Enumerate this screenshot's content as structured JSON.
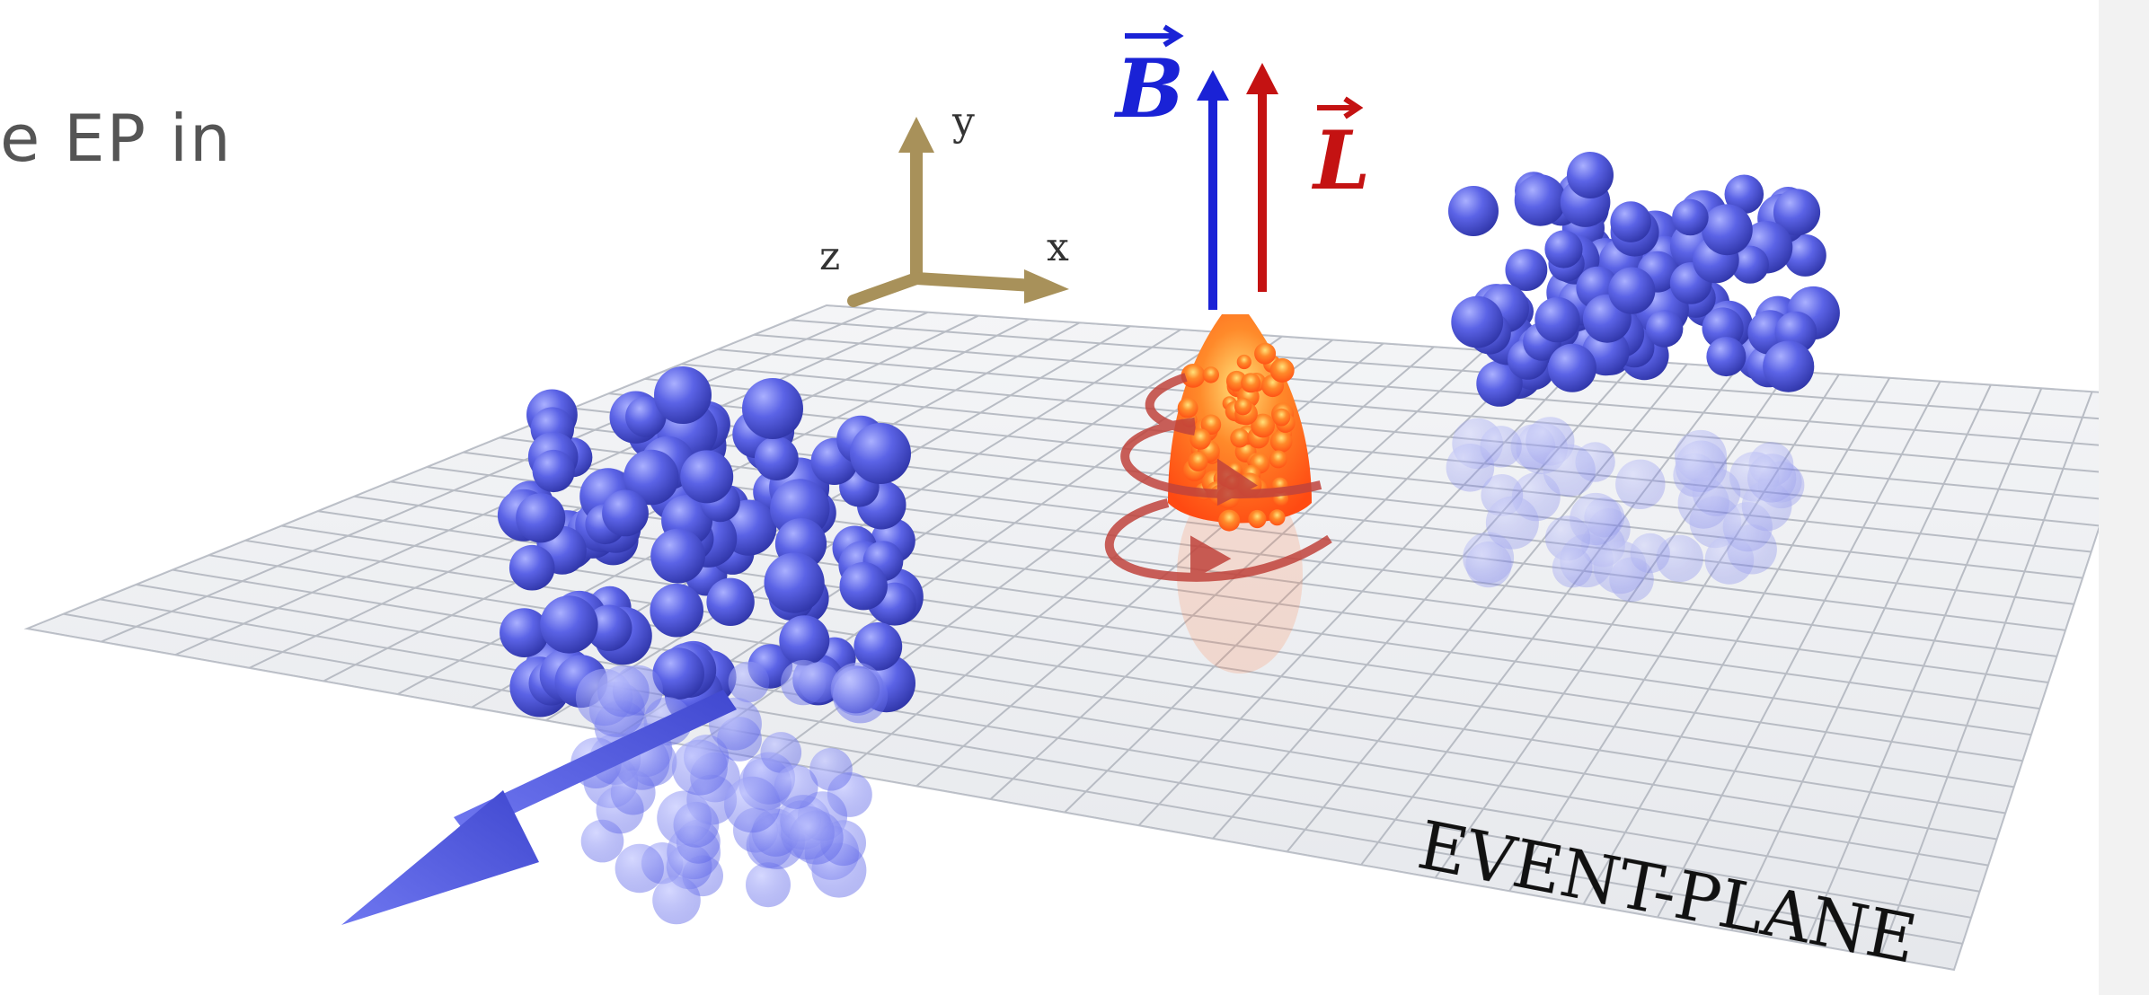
{
  "slide": {
    "text_fragment": "e EP in"
  },
  "diagram": {
    "axes": {
      "x": "x",
      "y": "y",
      "z": "z"
    },
    "vectors": {
      "magnetic_field": "B",
      "angular_momentum": "L"
    },
    "plane_label": "EVENT-PLANE"
  },
  "colors": {
    "nucleus": "#5b63e6",
    "fireball": "#ff6a1a",
    "b_vector": "#1a22d6",
    "l_vector": "#c41212",
    "axes": "#a8915a",
    "grid_line": "#b8bcc4",
    "plane": "#eef0f3"
  }
}
